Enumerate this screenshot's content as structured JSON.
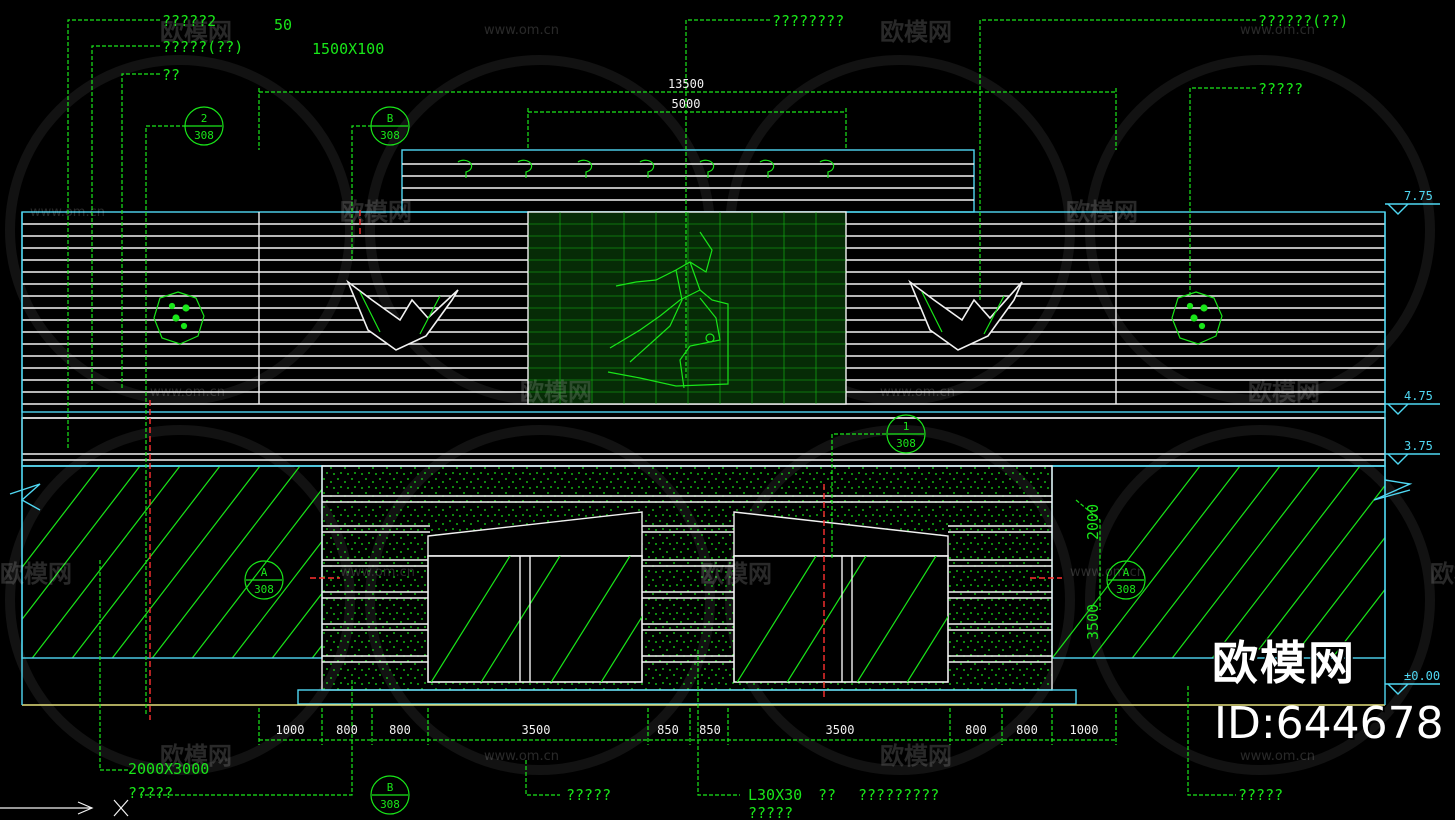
{
  "colors": {
    "background": "#000000",
    "linework": "#19e619",
    "outline": "#f2f2f2",
    "frame": "#4fd7f2",
    "centerline": "#ff3030",
    "ground": "#e6e07a"
  },
  "watermark": {
    "brand_cn": "欧模网",
    "url": "www.om.cn"
  },
  "brand": {
    "name": "欧模网",
    "id": "ID:644678"
  },
  "labels": {
    "top_left_1": "?????2",
    "top_left_num": "50",
    "top_left_2": "?????(??)",
    "top_left_scale": "1500X100",
    "top_left_3": "??",
    "top_center": "????????",
    "top_right_1": "??????(??)",
    "top_right_2": "?????",
    "bottom_size": "2000X3000",
    "bottom_left": "?????",
    "bottom_mid1": "?????",
    "bottom_steel": "L30X30",
    "bottom_steel_q": "??",
    "bottom_steel_q2": "?????",
    "bottom_mid2": "?????????",
    "bottom_right": "?????",
    "sign_chars": "?",
    "vertical_dim_1": "2000",
    "vertical_dim_2": "3500"
  },
  "dimensions": {
    "overall": "13500",
    "center": "5000",
    "bottom": [
      "1000",
      "800",
      "800",
      "3500",
      "850",
      "850",
      "3500",
      "800",
      "800",
      "1000"
    ]
  },
  "levels": [
    "7.75",
    "4.75",
    "3.75",
    "±0.00"
  ],
  "callouts": [
    {
      "num": "2",
      "sheet": "308"
    },
    {
      "num": "B",
      "sheet": "308"
    },
    {
      "num": "1",
      "sheet": "308"
    },
    {
      "num": "A",
      "sheet": "308"
    },
    {
      "num": "A",
      "sheet": "308"
    },
    {
      "num": "B",
      "sheet": "308"
    }
  ]
}
